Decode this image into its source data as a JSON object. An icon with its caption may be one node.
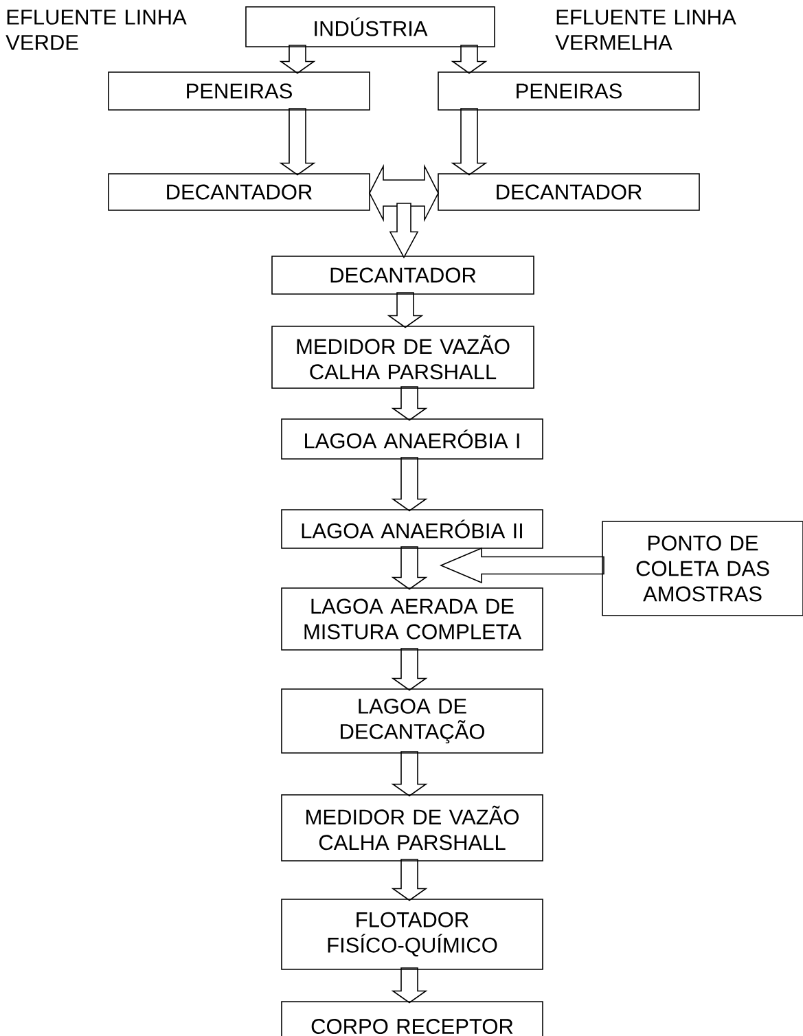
{
  "diagram": {
    "nodes": [
      {
        "text": [
          "INDÚSTRIA"
        ]
      },
      {
        "text": [
          "PENEIRAS"
        ]
      },
      {
        "text": [
          "PENEIRAS"
        ]
      },
      {
        "text": [
          "DECANTADOR"
        ]
      },
      {
        "text": [
          "DECANTADOR"
        ]
      },
      {
        "text": [
          "DECANTADOR"
        ]
      },
      {
        "text": [
          "MEDIDOR DE VAZÃO CALHA PARSHALL"
        ]
      },
      {
        "text": [
          "LAGOA ANAERÓBIA I"
        ]
      },
      {
        "text": [
          "LAGOA ANAERÓBIA II"
        ]
      },
      {
        "text": [
          "LAGOA AERADA DE MISTURA COMPLETA"
        ]
      },
      {
        "text": [
          "LAGOA DE DECANTAÇÃO"
        ]
      },
      {
        "text": [
          "MEDIDOR DE VAZÃO CALHA PARSHALL"
        ]
      },
      {
        "text": [
          "FLOTADOR FISÍCO-QUÍMICO"
        ]
      },
      {
        "text": [
          "CORPO RECEPTOR"
        ]
      },
      {
        "text": [
          "PONTO DE COLETA DAS AMOSTRAS"
        ]
      }
    ],
    "edges": [
      {
        "from": 0,
        "to": 1,
        "arrow": "to"
      },
      {
        "from": 0,
        "to": 2,
        "arrow": "to"
      },
      {
        "from": 1,
        "to": 3,
        "arrow": "to"
      },
      {
        "from": 2,
        "to": 4,
        "arrow": "to"
      },
      {
        "from": 3,
        "to": 4,
        "arrow": "both"
      },
      {
        "from": 3,
        "to": 5,
        "arrow": "to"
      },
      {
        "from": 4,
        "to": 5,
        "arrow": "to"
      },
      {
        "from": 5,
        "to": 6,
        "arrow": "to"
      },
      {
        "from": 6,
        "to": 7,
        "arrow": "to"
      },
      {
        "from": 7,
        "to": 8,
        "arrow": "to"
      },
      {
        "from": 8,
        "to": 9,
        "arrow": "to"
      },
      {
        "from": 14,
        "to": null,
        "arrow": "to"
      },
      {
        "from": 9,
        "to": 10,
        "arrow": "to"
      },
      {
        "from": 10,
        "to": 11,
        "arrow": "to"
      },
      {
        "from": 11,
        "to": 12,
        "arrow": "to"
      },
      {
        "from": 12,
        "to": 13,
        "arrow": "to"
      }
    ],
    "labels": [
      "EFLUENTE LINHA VERDE",
      "EFLUENTE LINHA VERMELHA"
    ]
  }
}
